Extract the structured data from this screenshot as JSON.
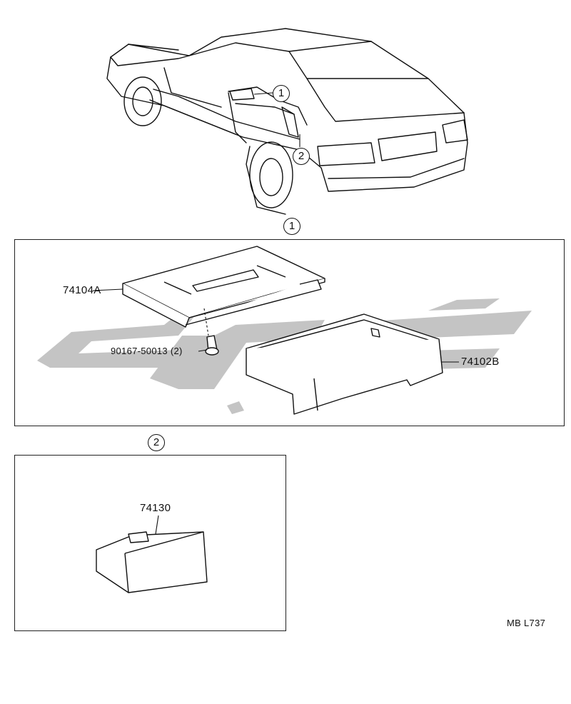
{
  "callouts": {
    "group_1": "1",
    "group_2": "2",
    "car_ref_1": "1",
    "car_ref_2": "2"
  },
  "parts": {
    "bracket": "74104A",
    "screw": "90167-50013 (2)",
    "tray": "74102B",
    "ashtray": "74130"
  },
  "diagram_code": "MB L737",
  "colors": {
    "line": "#111111",
    "watermark": "#c4c4c4"
  }
}
